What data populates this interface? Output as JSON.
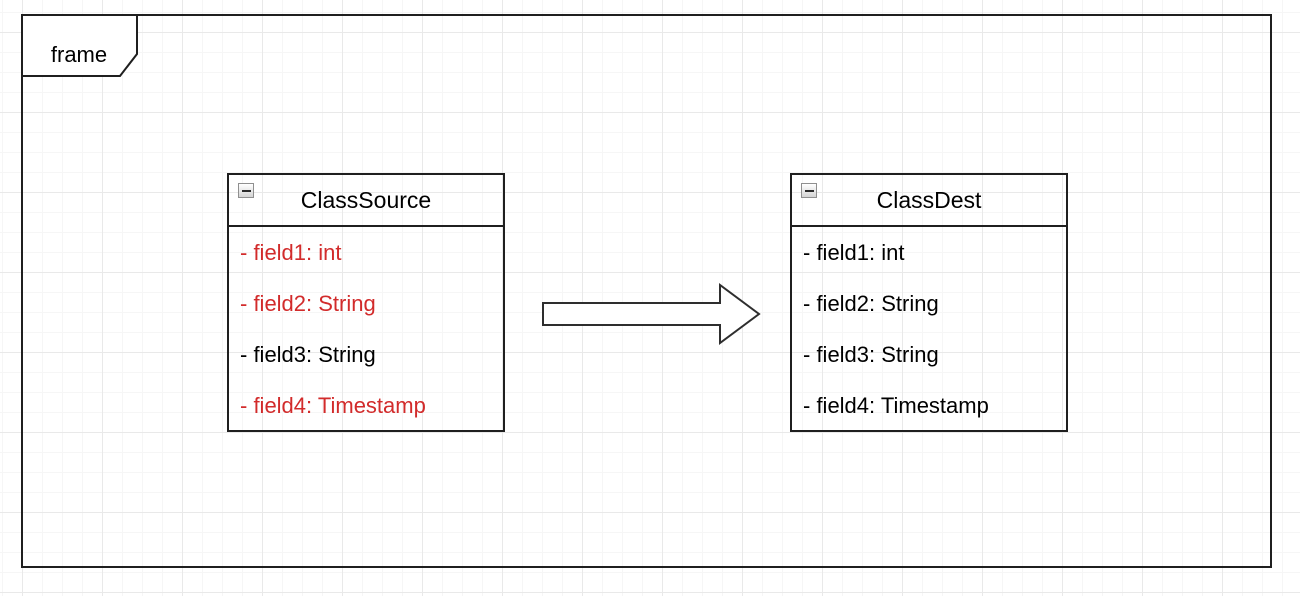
{
  "frame": {
    "label": "frame"
  },
  "palette": {
    "background": "#ffffff",
    "grid_minor": "#f6f6f6",
    "grid_major": "#e9e9e9",
    "shape_stroke": "#1f1f1f",
    "shape_fill": "#ffffff",
    "text_default": "#000000",
    "text_highlight": "#d22b2b"
  },
  "classes": [
    {
      "name": "ClassSource",
      "collapse_icon": "minus-icon",
      "fields": [
        {
          "text": "- field1: int",
          "color": "#d22b2b"
        },
        {
          "text": "- field2: String",
          "color": "#d22b2b"
        },
        {
          "text": "- field3: String",
          "color": "#000000"
        },
        {
          "text": "- field4: Timestamp",
          "color": "#d22b2b"
        }
      ]
    },
    {
      "name": "ClassDest",
      "collapse_icon": "minus-icon",
      "fields": [
        {
          "text": "- field1: int",
          "color": "#000000"
        },
        {
          "text": "- field2: String",
          "color": "#000000"
        },
        {
          "text": "- field3: String",
          "color": "#000000"
        },
        {
          "text": "- field4: Timestamp",
          "color": "#000000"
        }
      ]
    }
  ],
  "arrow": {
    "shape": "block-arrow-right",
    "fill": "#ffffff",
    "stroke": "#2e2e2e"
  }
}
